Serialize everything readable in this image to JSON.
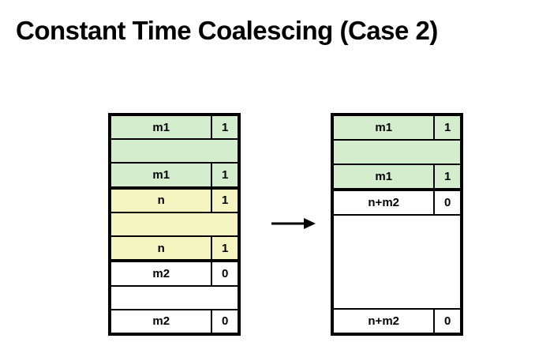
{
  "title": "Constant Time Coalescing (Case 2)",
  "colors": {
    "green": "#d4edcc",
    "yellow": "#f5f5c2",
    "white": "#ffffff",
    "border": "#000000"
  },
  "arrow": {
    "icon": "right-arrow"
  },
  "left_block": {
    "name": "before-coalescing",
    "rows": [
      {
        "kind": "tagged",
        "label": "m1",
        "bit": "1",
        "color": "green",
        "thick_bottom": false,
        "span": 1
      },
      {
        "kind": "empty",
        "label": "",
        "bit": "",
        "color": "green",
        "thick_bottom": false,
        "span": 1
      },
      {
        "kind": "tagged",
        "label": "m1",
        "bit": "1",
        "color": "green",
        "thick_bottom": true,
        "span": 1
      },
      {
        "kind": "tagged",
        "label": "n",
        "bit": "1",
        "color": "yellow",
        "thick_bottom": false,
        "span": 1
      },
      {
        "kind": "empty",
        "label": "",
        "bit": "",
        "color": "yellow",
        "thick_bottom": false,
        "span": 1
      },
      {
        "kind": "tagged",
        "label": "n",
        "bit": "1",
        "color": "yellow",
        "thick_bottom": true,
        "span": 1
      },
      {
        "kind": "tagged",
        "label": "m2",
        "bit": "0",
        "color": "white",
        "thick_bottom": false,
        "span": 1
      },
      {
        "kind": "empty",
        "label": "",
        "bit": "",
        "color": "white",
        "thick_bottom": false,
        "span": 1
      },
      {
        "kind": "tagged",
        "label": "m2",
        "bit": "0",
        "color": "white",
        "thick_bottom": false,
        "span": 1
      }
    ]
  },
  "right_block": {
    "name": "after-coalescing",
    "rows": [
      {
        "kind": "tagged",
        "label": "m1",
        "bit": "1",
        "color": "green",
        "thick_bottom": false,
        "span": 1
      },
      {
        "kind": "empty",
        "label": "",
        "bit": "",
        "color": "green",
        "thick_bottom": false,
        "span": 1
      },
      {
        "kind": "tagged",
        "label": "m1",
        "bit": "1",
        "color": "green",
        "thick_bottom": true,
        "span": 1
      },
      {
        "kind": "tagged",
        "label": "n+m2",
        "bit": "0",
        "color": "white",
        "thick_bottom": false,
        "span": 1
      },
      {
        "kind": "empty",
        "label": "",
        "bit": "",
        "color": "white",
        "thick_bottom": false,
        "span": 4
      },
      {
        "kind": "tagged",
        "label": "n+m2",
        "bit": "0",
        "color": "white",
        "thick_bottom": false,
        "span": 1
      }
    ]
  }
}
